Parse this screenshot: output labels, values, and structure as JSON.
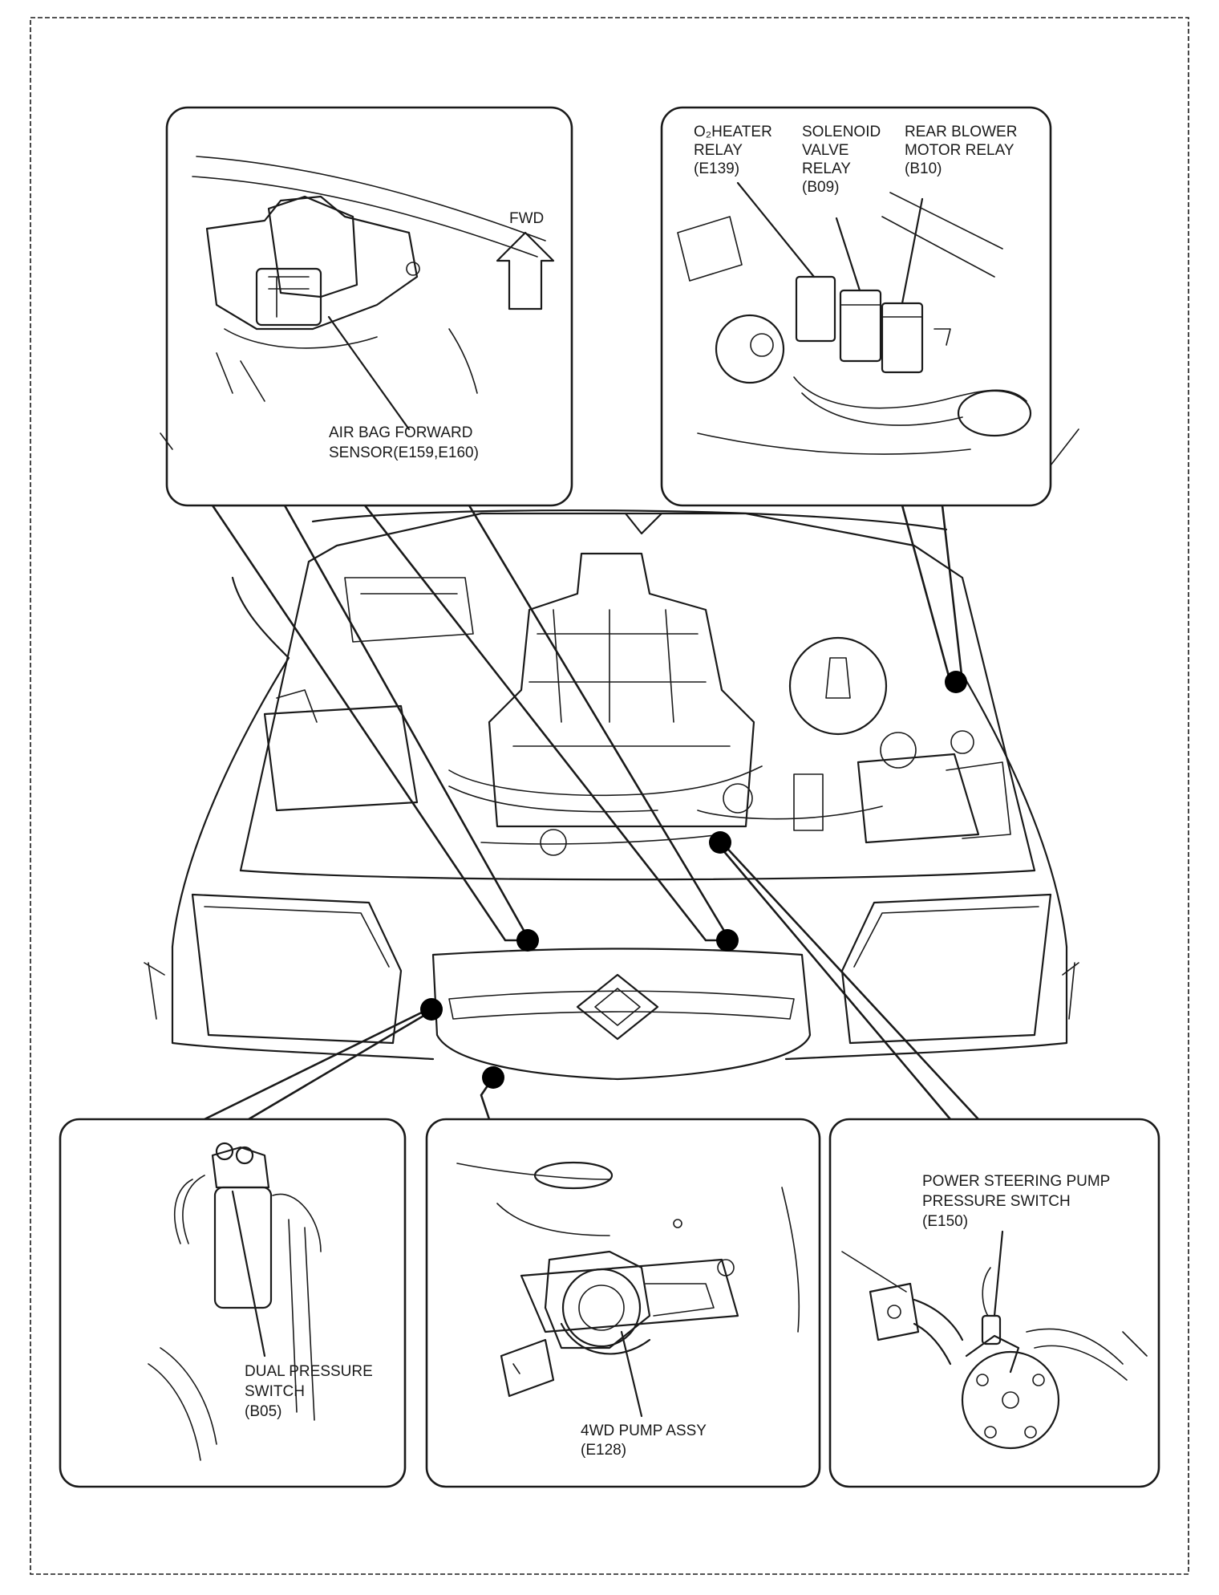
{
  "labels": {
    "fwd": "FWD",
    "air_bag_sensor": [
      "AIR BAG FORWARD",
      "SENSOR(E159,E160)"
    ],
    "o2_heater_relay": [
      "O₂HEATER",
      "RELAY",
      "(E139)"
    ],
    "solenoid_valve_relay": [
      "SOLENOID",
      "VALVE",
      "RELAY",
      "(B09)"
    ],
    "rear_blower_motor_relay": [
      "REAR BLOWER",
      "MOTOR RELAY",
      "(B10)"
    ],
    "dual_pressure_switch": [
      "DUAL PRESSURE",
      "SWITCH",
      "(B05)"
    ],
    "pump_4wd": [
      "4WD PUMP ASSY",
      "(E128)"
    ],
    "power_steering_switch": [
      "POWER STEERING PUMP",
      "PRESSURE SWITCH",
      "(E150)"
    ]
  }
}
